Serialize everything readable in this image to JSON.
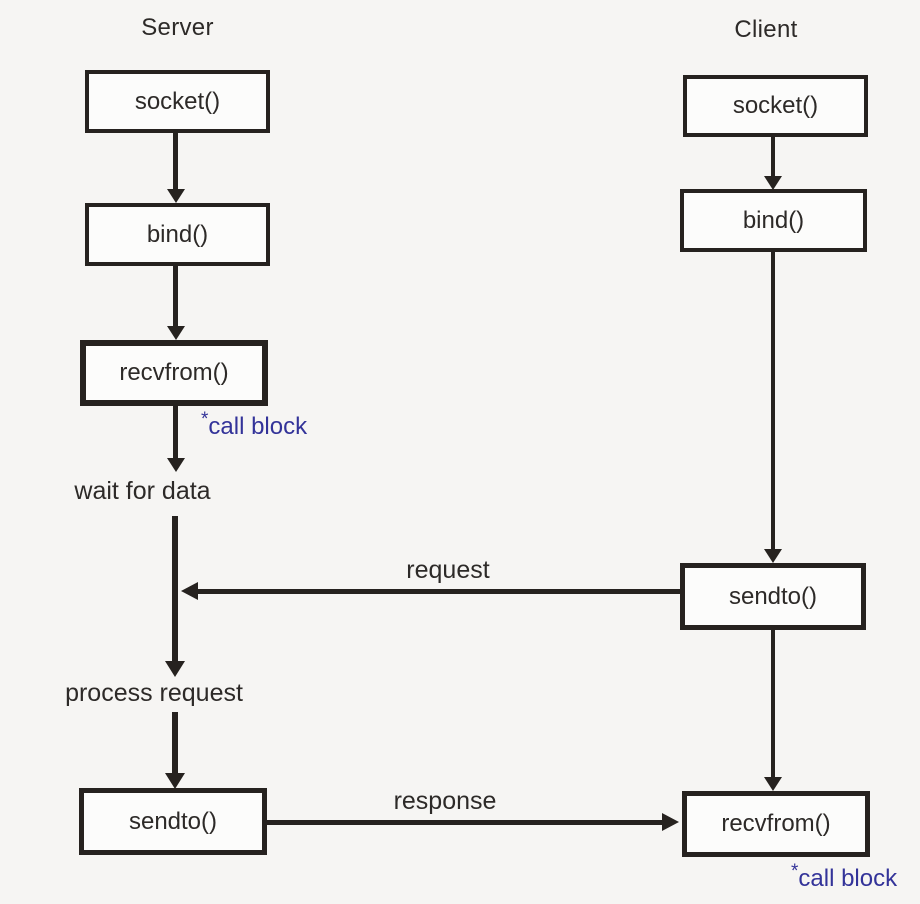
{
  "server": {
    "title": "Server",
    "boxes": {
      "socket": "socket()",
      "bind": "bind()",
      "recvfrom": "recvfrom()",
      "sendto": "sendto()"
    },
    "call_block_star": "*",
    "call_block_text": "call block",
    "wait_label": "wait for data",
    "process_label": "process request"
  },
  "client": {
    "title": "Client",
    "boxes": {
      "socket": "socket()",
      "bind": "bind()",
      "sendto": "sendto()",
      "recvfrom": "recvfrom()"
    },
    "call_block_star": "*",
    "call_block_text": "call block"
  },
  "edges": {
    "request_label": "request",
    "response_label": "response"
  },
  "colors": {
    "background": "#f6f5f3",
    "box_fill": "#fcfcfb",
    "line": "#26221f",
    "text": "#2d2a28",
    "annotation_blue": "#333399"
  }
}
